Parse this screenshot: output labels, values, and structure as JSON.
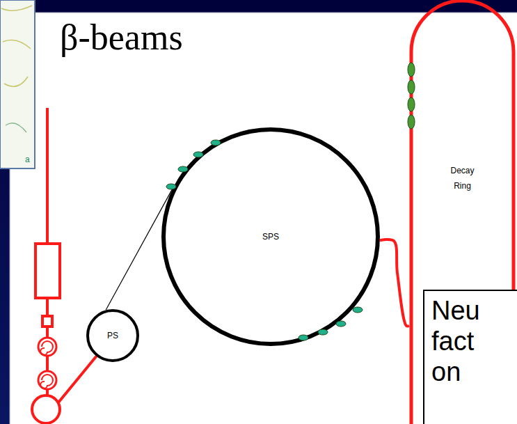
{
  "diagram": {
    "title": "β-beams",
    "nodes": [
      {
        "text": [
          "Decay Ring"
        ]
      },
      {
        "text": [
          "SPS"
        ]
      },
      {
        "text": [
          "PS"
        ]
      },
      {
        "text": [
          "Neu fact on"
        ]
      }
    ],
    "edges": [
      {
        "from": 2,
        "to": 1,
        "arrow": "none"
      },
      {
        "from": 1,
        "to": 0,
        "arrow": "none"
      }
    ],
    "labels": [
      "a"
    ]
  }
}
